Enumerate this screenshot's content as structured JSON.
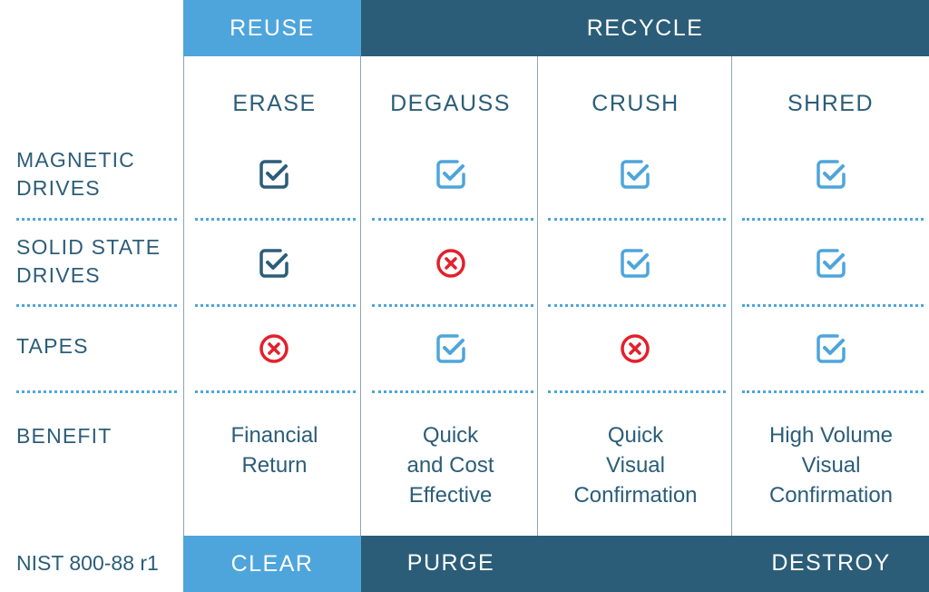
{
  "header": {
    "reuse": "REUSE",
    "recycle": "RECYCLE"
  },
  "columns": [
    "ERASE",
    "DEGAUSS",
    "CRUSH",
    "SHRED"
  ],
  "rows": [
    {
      "label": [
        "MAGNETIC",
        "DRIVES"
      ],
      "cells": [
        "check-dark",
        "check",
        "check",
        "check"
      ]
    },
    {
      "label": [
        "SOLID STATE",
        "DRIVES"
      ],
      "cells": [
        "check-dark",
        "x",
        "check",
        "check"
      ]
    },
    {
      "label": [
        "TAPES"
      ],
      "cells": [
        "x",
        "check",
        "x",
        "check"
      ]
    }
  ],
  "benefit": {
    "label": "BENEFIT",
    "values": [
      [
        "Financial",
        "Return"
      ],
      [
        "Quick",
        "and Cost",
        "Effective"
      ],
      [
        "Quick",
        "Visual",
        "Confirmation"
      ],
      [
        "High Volume",
        "Visual",
        "Confirmation"
      ]
    ]
  },
  "footer": {
    "label": "NIST 800-88 r1",
    "clear": "CLEAR",
    "purge": "PURGE",
    "destroy": "DESTROY"
  },
  "colors": {
    "light_blue": "#4ea5db",
    "dark_blue": "#2b5d78",
    "check_light": "#4ea5db",
    "check_dark": "#2b5d78",
    "x_red": "#e3202b"
  }
}
